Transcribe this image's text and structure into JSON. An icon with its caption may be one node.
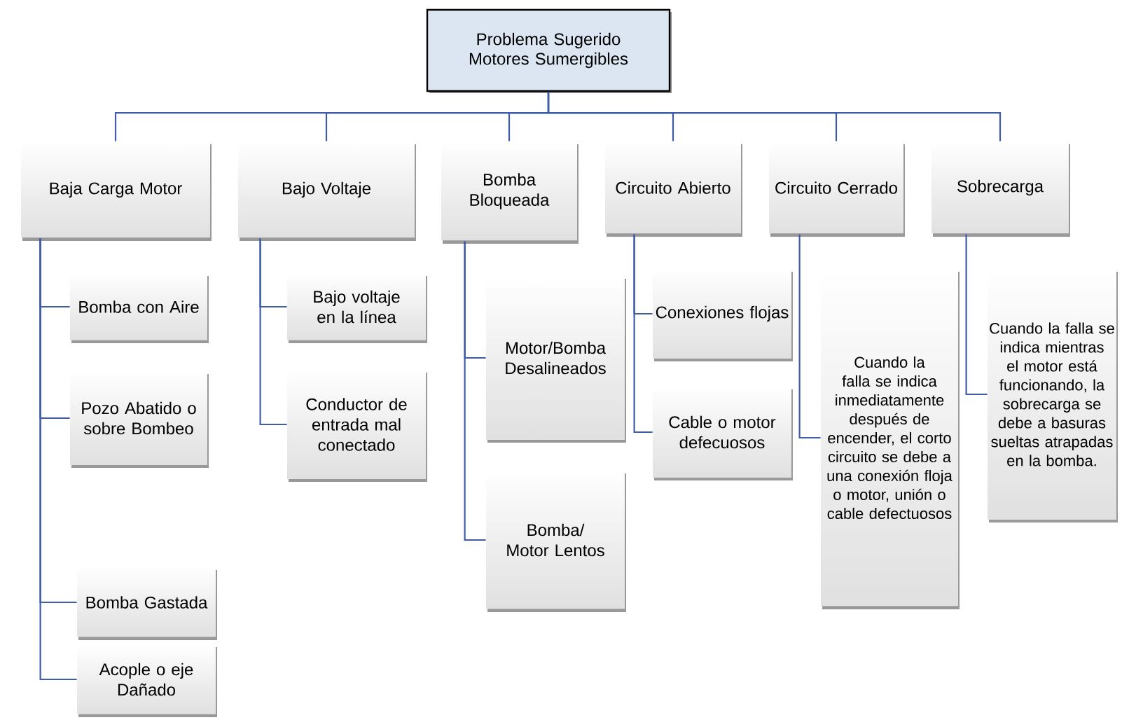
{
  "diagram": {
    "nodes": [
      {
        "text": [
          "Problema Sugerido Motores Sumergibles"
        ]
      },
      {
        "text": [
          "Baja Carga Motor"
        ]
      },
      {
        "text": [
          "Bajo Voltaje"
        ]
      },
      {
        "text": [
          "Bomba Bloqueada"
        ]
      },
      {
        "text": [
          "Circuito Abierto"
        ]
      },
      {
        "text": [
          "Circuito Cerrado"
        ]
      },
      {
        "text": [
          "Sobrecarga"
        ]
      },
      {
        "text": [
          "Bomba con Aire"
        ]
      },
      {
        "text": [
          "Pozo Abatido o sobre Bombeo"
        ]
      },
      {
        "text": [
          "Bomba Gastada"
        ]
      },
      {
        "text": [
          "Acople o eje Dañado"
        ]
      },
      {
        "text": [
          "Bajo voltaje en la línea"
        ]
      },
      {
        "text": [
          "Conductor de entrada mal conectado"
        ]
      },
      {
        "text": [
          "Motor/Bomba Desalineados"
        ]
      },
      {
        "text": [
          "Bomba/ Motor Lentos"
        ]
      },
      {
        "text": [
          "Conexiones flojas"
        ]
      },
      {
        "text": [
          "Cable o motor defecuosos"
        ]
      },
      {
        "text": [
          "Cuando la falla se indica inmediatamente después de encender, el corto circuito se debe a una conexión floja o motor, unión o cable defectuosos"
        ]
      },
      {
        "text": [
          "Cuando la falla se indica mientras el motor está funcionando, la sobrecarga se debe a basuras sueltas atrapadas en la bomba."
        ]
      }
    ],
    "edges": [
      {
        "from": 0,
        "to": 1,
        "arrow": "none"
      },
      {
        "from": 0,
        "to": 2,
        "arrow": "none"
      },
      {
        "from": 0,
        "to": 3,
        "arrow": "none"
      },
      {
        "from": 0,
        "to": 4,
        "arrow": "none"
      },
      {
        "from": 0,
        "to": 5,
        "arrow": "none"
      },
      {
        "from": 0,
        "to": 6,
        "arrow": "none"
      },
      {
        "from": 1,
        "to": 7,
        "arrow": "none"
      },
      {
        "from": 1,
        "to": 8,
        "arrow": "none"
      },
      {
        "from": 1,
        "to": 9,
        "arrow": "none"
      },
      {
        "from": 1,
        "to": 10,
        "arrow": "none"
      },
      {
        "from": 2,
        "to": 11,
        "arrow": "none"
      },
      {
        "from": 2,
        "to": 12,
        "arrow": "none"
      },
      {
        "from": 3,
        "to": 13,
        "arrow": "none"
      },
      {
        "from": 3,
        "to": 14,
        "arrow": "none"
      },
      {
        "from": 4,
        "to": 15,
        "arrow": "none"
      },
      {
        "from": 4,
        "to": 16,
        "arrow": "none"
      },
      {
        "from": 5,
        "to": 17,
        "arrow": "none"
      },
      {
        "from": 6,
        "to": 18,
        "arrow": "none"
      }
    ]
  }
}
